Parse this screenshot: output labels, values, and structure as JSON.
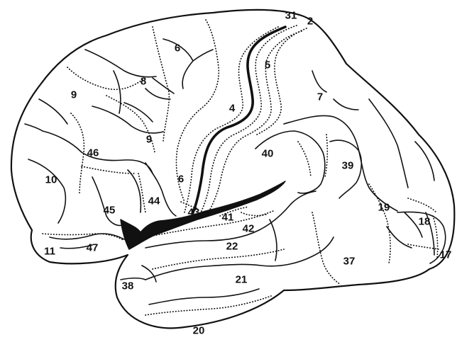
{
  "areas": [
    {
      "id": "31",
      "label": "31"
    },
    {
      "id": "2",
      "label": "2"
    },
    {
      "id": "6-top",
      "label": "6"
    },
    {
      "id": "5",
      "label": "5"
    },
    {
      "id": "8",
      "label": "8"
    },
    {
      "id": "9-front",
      "label": "9"
    },
    {
      "id": "7",
      "label": "7"
    },
    {
      "id": "4",
      "label": "4"
    },
    {
      "id": "9-mid",
      "label": "9"
    },
    {
      "id": "46",
      "label": "46"
    },
    {
      "id": "40",
      "label": "40"
    },
    {
      "id": "39",
      "label": "39"
    },
    {
      "id": "10",
      "label": "10"
    },
    {
      "id": "6-low",
      "label": "6"
    },
    {
      "id": "45",
      "label": "45"
    },
    {
      "id": "44",
      "label": "44"
    },
    {
      "id": "43",
      "label": "43"
    },
    {
      "id": "41",
      "label": "41"
    },
    {
      "id": "42",
      "label": "42"
    },
    {
      "id": "19",
      "label": "19"
    },
    {
      "id": "18",
      "label": "18"
    },
    {
      "id": "22",
      "label": "22"
    },
    {
      "id": "11",
      "label": "11"
    },
    {
      "id": "47",
      "label": "47"
    },
    {
      "id": "17",
      "label": "17"
    },
    {
      "id": "37",
      "label": "37"
    },
    {
      "id": "21",
      "label": "21"
    },
    {
      "id": "38",
      "label": "38"
    },
    {
      "id": "20",
      "label": "20"
    }
  ]
}
